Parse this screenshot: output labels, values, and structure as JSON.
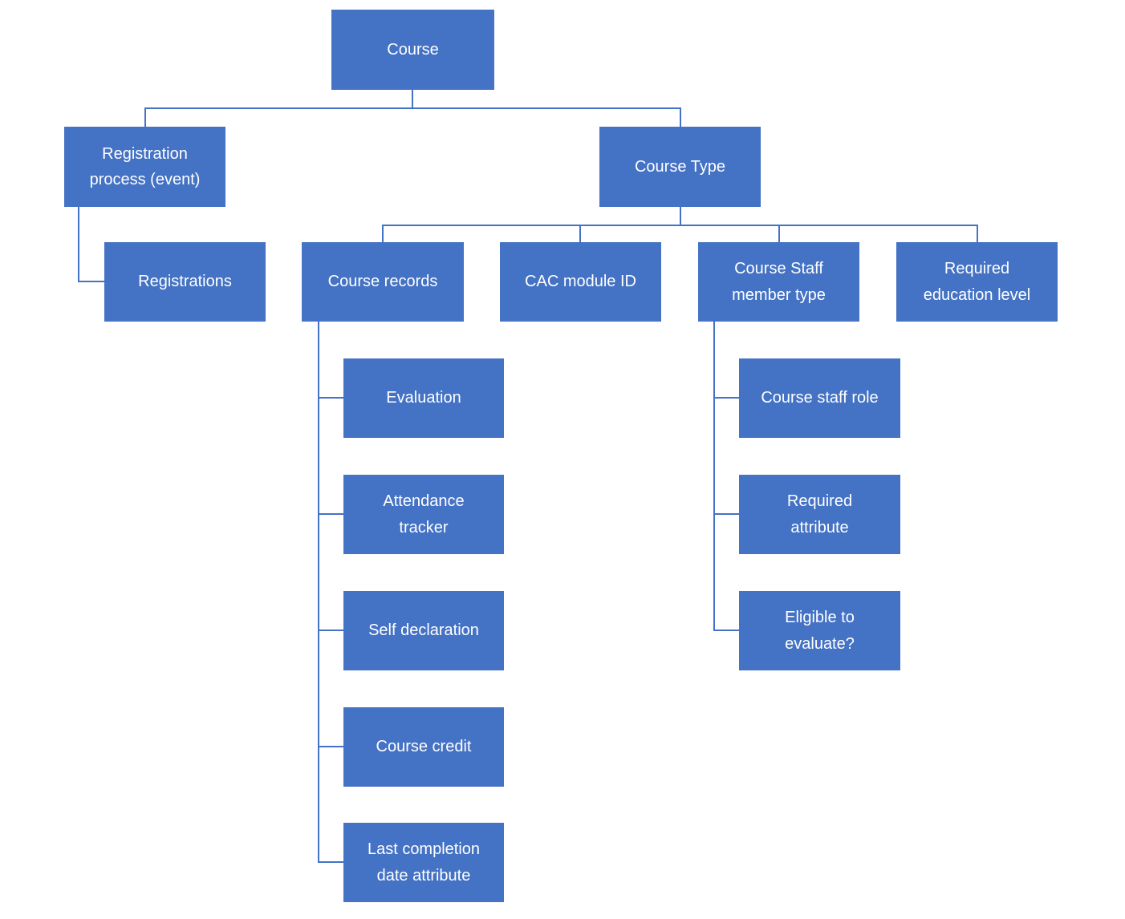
{
  "diagram": {
    "type": "hierarchy-org-chart",
    "colors": {
      "node_fill": "#4472C4",
      "node_text": "#FFFFFF",
      "connector": "#4472C4",
      "background": "#FFFFFF"
    },
    "nodes": {
      "course": {
        "label": "Course"
      },
      "registration_process": {
        "label": "Registration\nprocess (event)"
      },
      "registrations": {
        "label": "Registrations"
      },
      "course_type": {
        "label": "Course Type"
      },
      "course_records": {
        "label": "Course records"
      },
      "cac_module_id": {
        "label": "CAC module ID"
      },
      "course_staff_member_type": {
        "label": "Course Staff\nmember type"
      },
      "required_education_level": {
        "label": "Required\neducation level"
      },
      "evaluation": {
        "label": "Evaluation"
      },
      "attendance_tracker": {
        "label": "Attendance\ntracker"
      },
      "self_declaration": {
        "label": "Self declaration"
      },
      "course_credit": {
        "label": "Course credit"
      },
      "last_completion_date_attribute": {
        "label": "Last completion\ndate attribute"
      },
      "course_staff_role": {
        "label": "Course staff role"
      },
      "required_attribute": {
        "label": "Required\nattribute"
      },
      "eligible_to_evaluate": {
        "label": "Eligible to\nevaluate?"
      }
    },
    "hierarchy": {
      "root": "course",
      "edges": [
        {
          "parent": "course",
          "child": "registration_process"
        },
        {
          "parent": "course",
          "child": "course_type"
        },
        {
          "parent": "registration_process",
          "child": "registrations"
        },
        {
          "parent": "course_type",
          "child": "course_records"
        },
        {
          "parent": "course_type",
          "child": "cac_module_id"
        },
        {
          "parent": "course_type",
          "child": "course_staff_member_type"
        },
        {
          "parent": "course_type",
          "child": "required_education_level"
        },
        {
          "parent": "course_records",
          "child": "evaluation"
        },
        {
          "parent": "course_records",
          "child": "attendance_tracker"
        },
        {
          "parent": "course_records",
          "child": "self_declaration"
        },
        {
          "parent": "course_records",
          "child": "course_credit"
        },
        {
          "parent": "course_records",
          "child": "last_completion_date_attribute"
        },
        {
          "parent": "course_staff_member_type",
          "child": "course_staff_role"
        },
        {
          "parent": "course_staff_member_type",
          "child": "required_attribute"
        },
        {
          "parent": "course_staff_member_type",
          "child": "eligible_to_evaluate"
        }
      ]
    }
  }
}
